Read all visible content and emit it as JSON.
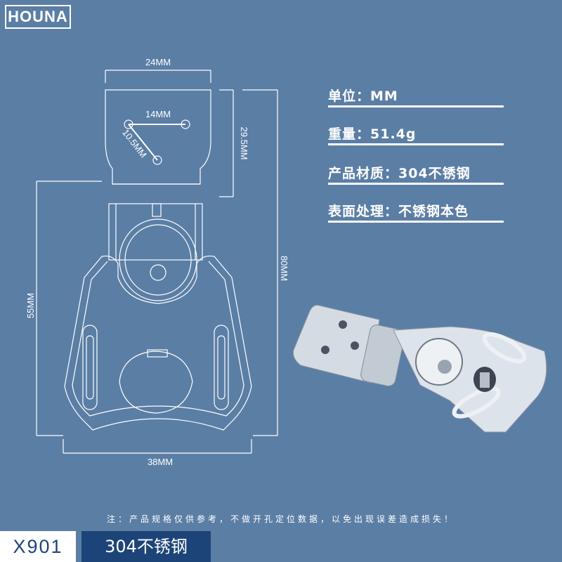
{
  "brand": {
    "logo_text": "HOUNA"
  },
  "dimensions": {
    "top_width": "24MM",
    "hole_spacing": "14MM",
    "hole_diagonal": "10.5MM",
    "top_height": "29.5MM",
    "total_height": "80MM",
    "base_height": "55MM",
    "base_width": "38MM"
  },
  "specs": [
    {
      "text": "单位：MM"
    },
    {
      "text": "重量：51.4g"
    },
    {
      "text": "产品材质：304不锈钢"
    },
    {
      "text": "表面处理：不锈钢本色"
    }
  ],
  "notice": "注：产品规格仅供参考，不做开孔定位数据，以免出现误差造成损失！",
  "footer": {
    "model": "X901",
    "material": "304不锈钢"
  },
  "colors": {
    "background": "#5b7ea5",
    "line": "#ffffff",
    "accent": "#1d4478"
  }
}
